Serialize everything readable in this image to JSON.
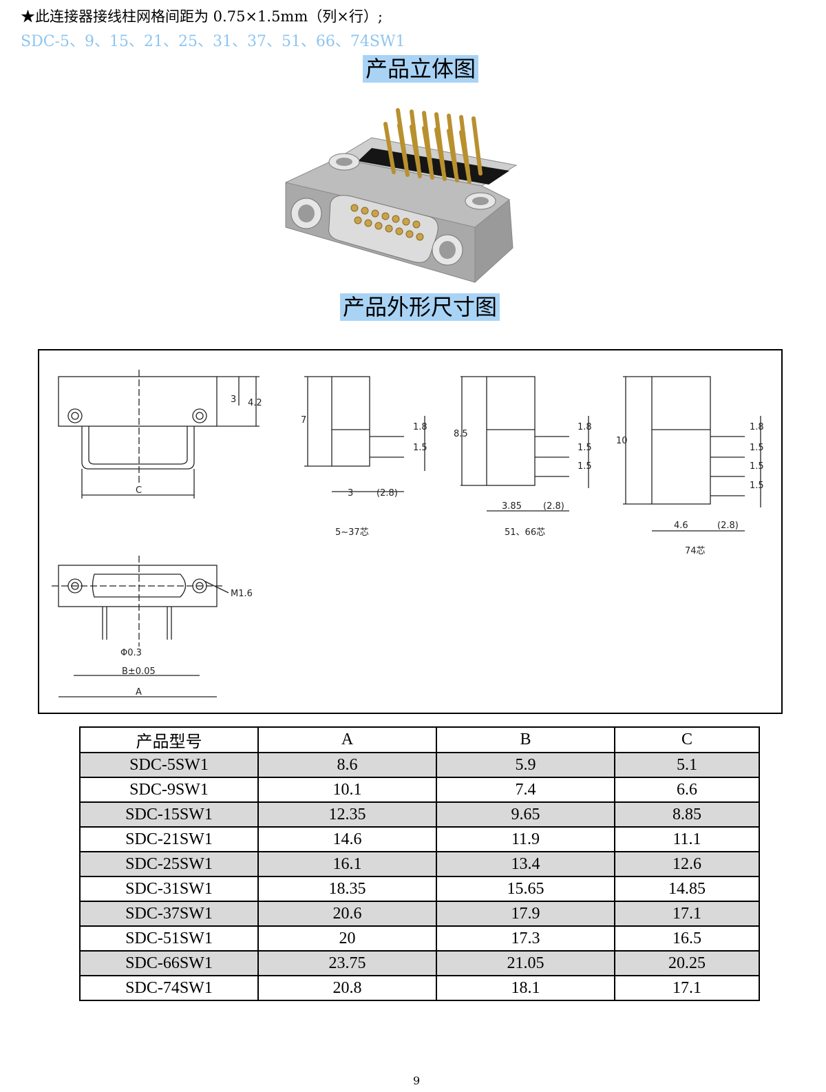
{
  "header": {
    "note": "★此连接器接线柱网格间距为 0.75×1.5mm（列×行）;",
    "models": "SDC-5、9、15、21、25、31、37、51、66、74SW1",
    "heading_3d": "产品立体图",
    "heading_dims": "产品外形尺寸图"
  },
  "drawing": {
    "labels": {
      "c": "C",
      "three": "3",
      "four_two": "4.2",
      "seven": "7",
      "one_eight": "1.8",
      "one_five": "1.5",
      "eight_five": "8.5",
      "ten": "10",
      "w_3": "3",
      "w_3_85": "3.85",
      "w_4_6": "4.6",
      "w_2_8": "(2.8)",
      "cap_1": "5~37芯",
      "cap_2": "51、66芯",
      "cap_3": "74芯",
      "m16": "M1.6",
      "phi": "Φ0.3",
      "b": "B±0.05",
      "a": "A"
    }
  },
  "table": {
    "headers": [
      "产品型号",
      "A",
      "B",
      "C"
    ],
    "rows": [
      [
        "SDC-5SW1",
        "8.6",
        "5.9",
        "5.1"
      ],
      [
        "SDC-9SW1",
        "10.1",
        "7.4",
        "6.6"
      ],
      [
        "SDC-15SW1",
        "12.35",
        "9.65",
        "8.85"
      ],
      [
        "SDC-21SW1",
        "14.6",
        "11.9",
        "11.1"
      ],
      [
        "SDC-25SW1",
        "16.1",
        "13.4",
        "12.6"
      ],
      [
        "SDC-31SW1",
        "18.35",
        "15.65",
        "14.85"
      ],
      [
        "SDC-37SW1",
        "20.6",
        "17.9",
        "17.1"
      ],
      [
        "SDC-51SW1",
        "20",
        "17.3",
        "16.5"
      ],
      [
        "SDC-66SW1",
        "23.75",
        "21.05",
        "20.25"
      ],
      [
        "SDC-74SW1",
        "20.8",
        "18.1",
        "17.1"
      ]
    ]
  },
  "page_number": "9"
}
